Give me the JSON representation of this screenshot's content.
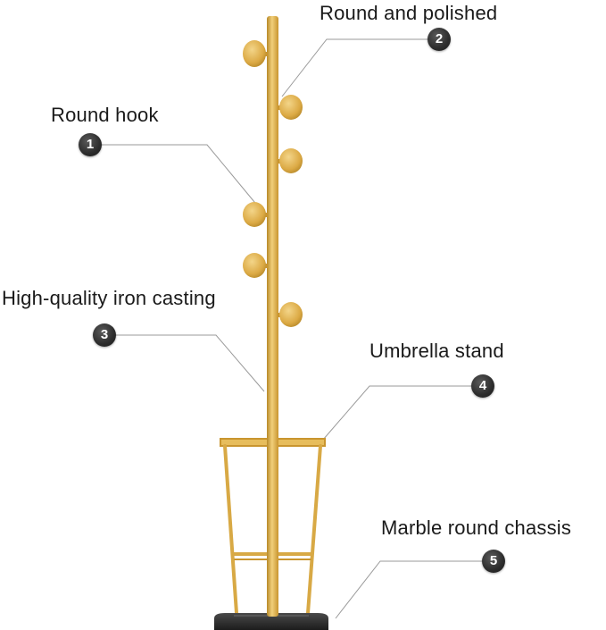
{
  "callouts": [
    {
      "number": "1",
      "label": "Round hook"
    },
    {
      "number": "2",
      "label": "Round and polished"
    },
    {
      "number": "3",
      "label": "High-quality iron casting"
    },
    {
      "number": "4",
      "label": "Umbrella stand"
    },
    {
      "number": "5",
      "label": "Marble round chassis"
    }
  ],
  "colors": {
    "gold": "#e0b04a",
    "gold_dark": "#b88a2a",
    "gold_light": "#f1cf7a",
    "leader_line": "#9a9a9a",
    "badge": "#2c2c2c",
    "base": "#2b2b2b",
    "text": "#1a1a1a"
  }
}
